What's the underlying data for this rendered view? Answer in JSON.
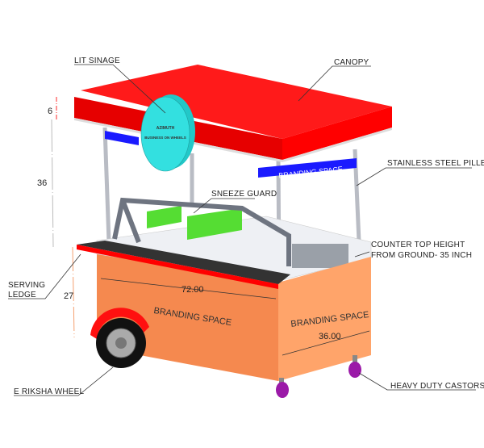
{
  "labels": {
    "lit_signage": "LIT SINAGE",
    "canopy": "CANOPY",
    "steel_pillar": "STAINLESS STEEL PILLER",
    "sneeze_guard": "SNEEZE GUARD",
    "counter_height_line1": "COUNTER TOP HEIGHT",
    "counter_height_line2": "FROM GROUND- 35 INCH",
    "serving_ledge_line1": "SERVING",
    "serving_ledge_line2": "LEDGE",
    "wheel": "E RIKSHA WHEEL",
    "castors": "HEAVY DUTY CASTORS"
  },
  "sign": {
    "line1": "AZIMUTH",
    "line2": "BUSINESS ON WHEELS"
  },
  "branding": {
    "canopy_board": "BRANDING SPACE",
    "front": "BRANDING SPACE",
    "side": "BRANDING SPACE"
  },
  "dimensions": {
    "canopy_height": "6",
    "pillar_height": "36",
    "counter_height": "27",
    "length": "72.00",
    "width": "36.00"
  },
  "colors": {
    "canopy": "#ff0000",
    "sign": "#33e0e0",
    "body_front": "#f5894f",
    "body_side": "#ffa46a",
    "branding_board": "#1a1aff",
    "castor": "#9b1aa8",
    "sneeze_guard": "#6e7480",
    "trays": "#55dd33"
  }
}
